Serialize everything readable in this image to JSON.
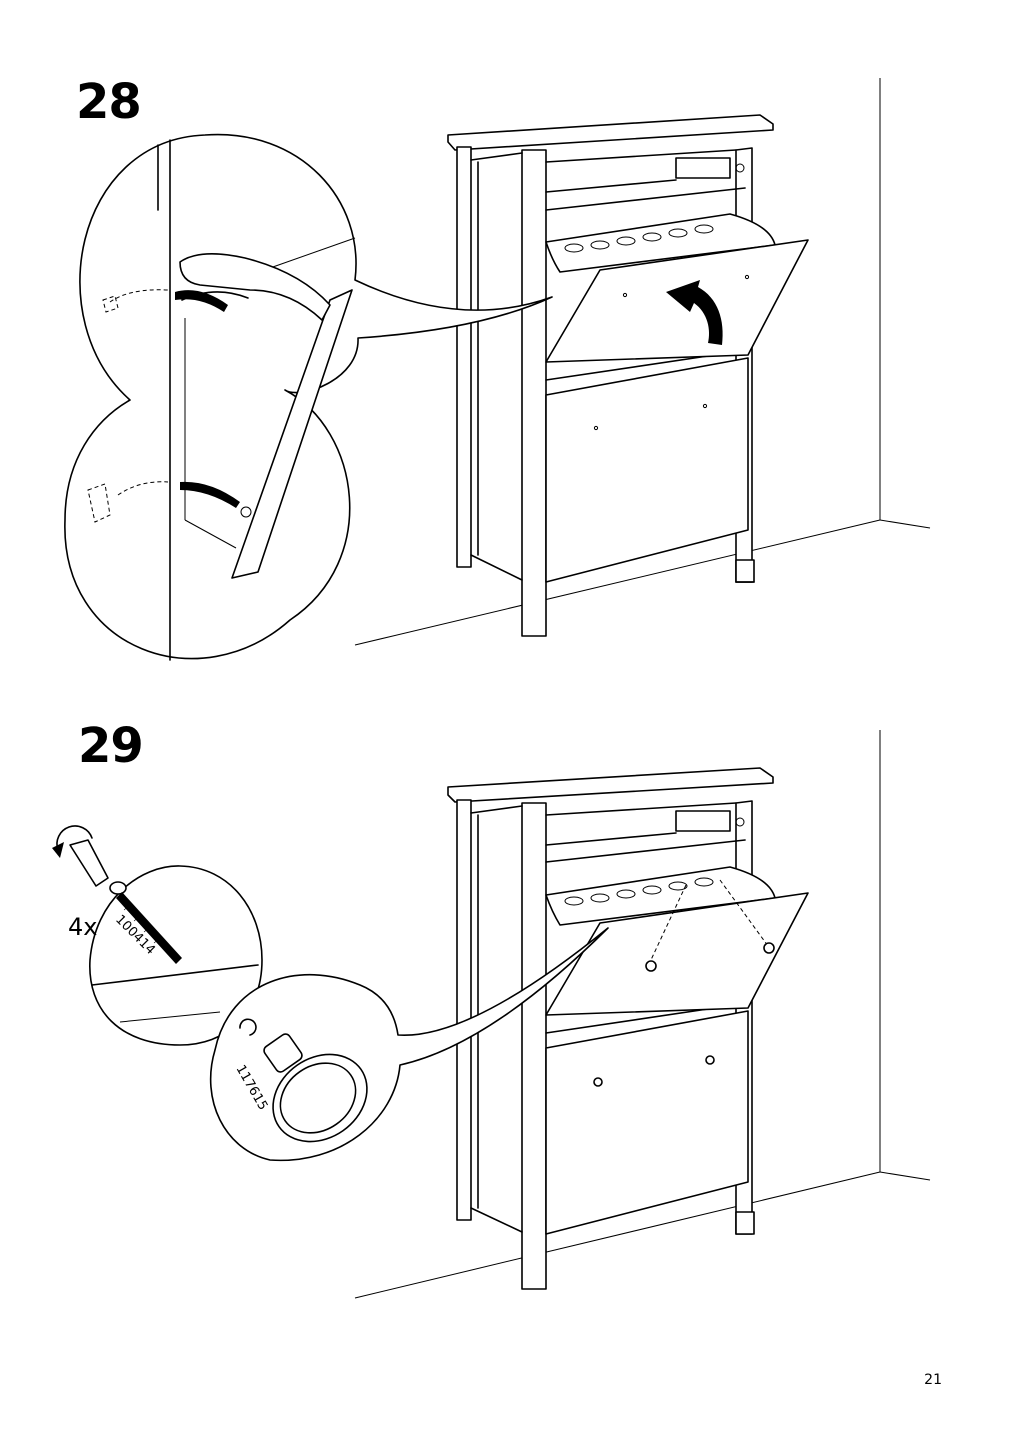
{
  "steps": [
    {
      "number": "28"
    },
    {
      "number": "29",
      "quantity": "4x",
      "parts": [
        "100414",
        "117615"
      ]
    }
  ],
  "page": {
    "number": "21"
  }
}
